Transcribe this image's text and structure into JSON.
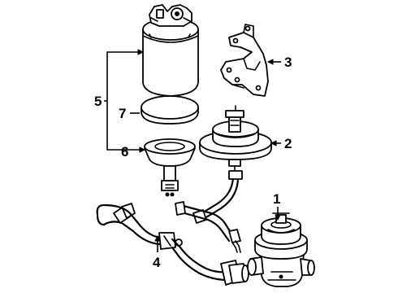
{
  "callouts": [
    {
      "id": "1",
      "label": "1"
    },
    {
      "id": "2",
      "label": "2"
    },
    {
      "id": "3",
      "label": "3"
    },
    {
      "id": "4",
      "label": "4"
    },
    {
      "id": "5",
      "label": "5"
    },
    {
      "id": "6",
      "label": "6"
    },
    {
      "id": "7",
      "label": "7"
    }
  ],
  "parts": [
    "charcoal-canister",
    "canister-filter",
    "canister-base",
    "mounting-bracket",
    "vacuum-modulator",
    "egr-valve",
    "egr-tube",
    "vacuum-hose"
  ]
}
